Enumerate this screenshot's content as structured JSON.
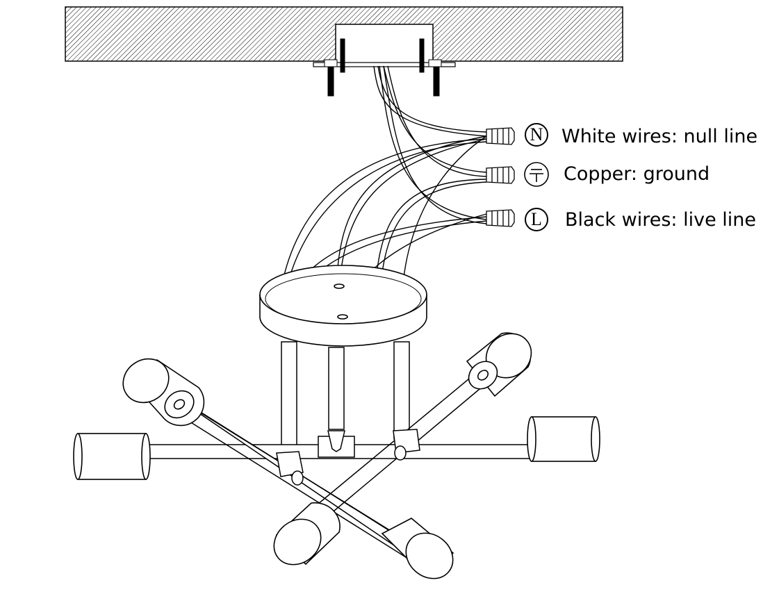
{
  "labels": {
    "neutral": {
      "symbol": "N",
      "text": "White wires: null line"
    },
    "ground": {
      "symbol": "ground-symbol",
      "text": "Copper: ground"
    },
    "live": {
      "symbol": "L",
      "text": "Black wires: live line"
    }
  },
  "colors": {
    "line": "#000000",
    "background": "#ffffff"
  }
}
